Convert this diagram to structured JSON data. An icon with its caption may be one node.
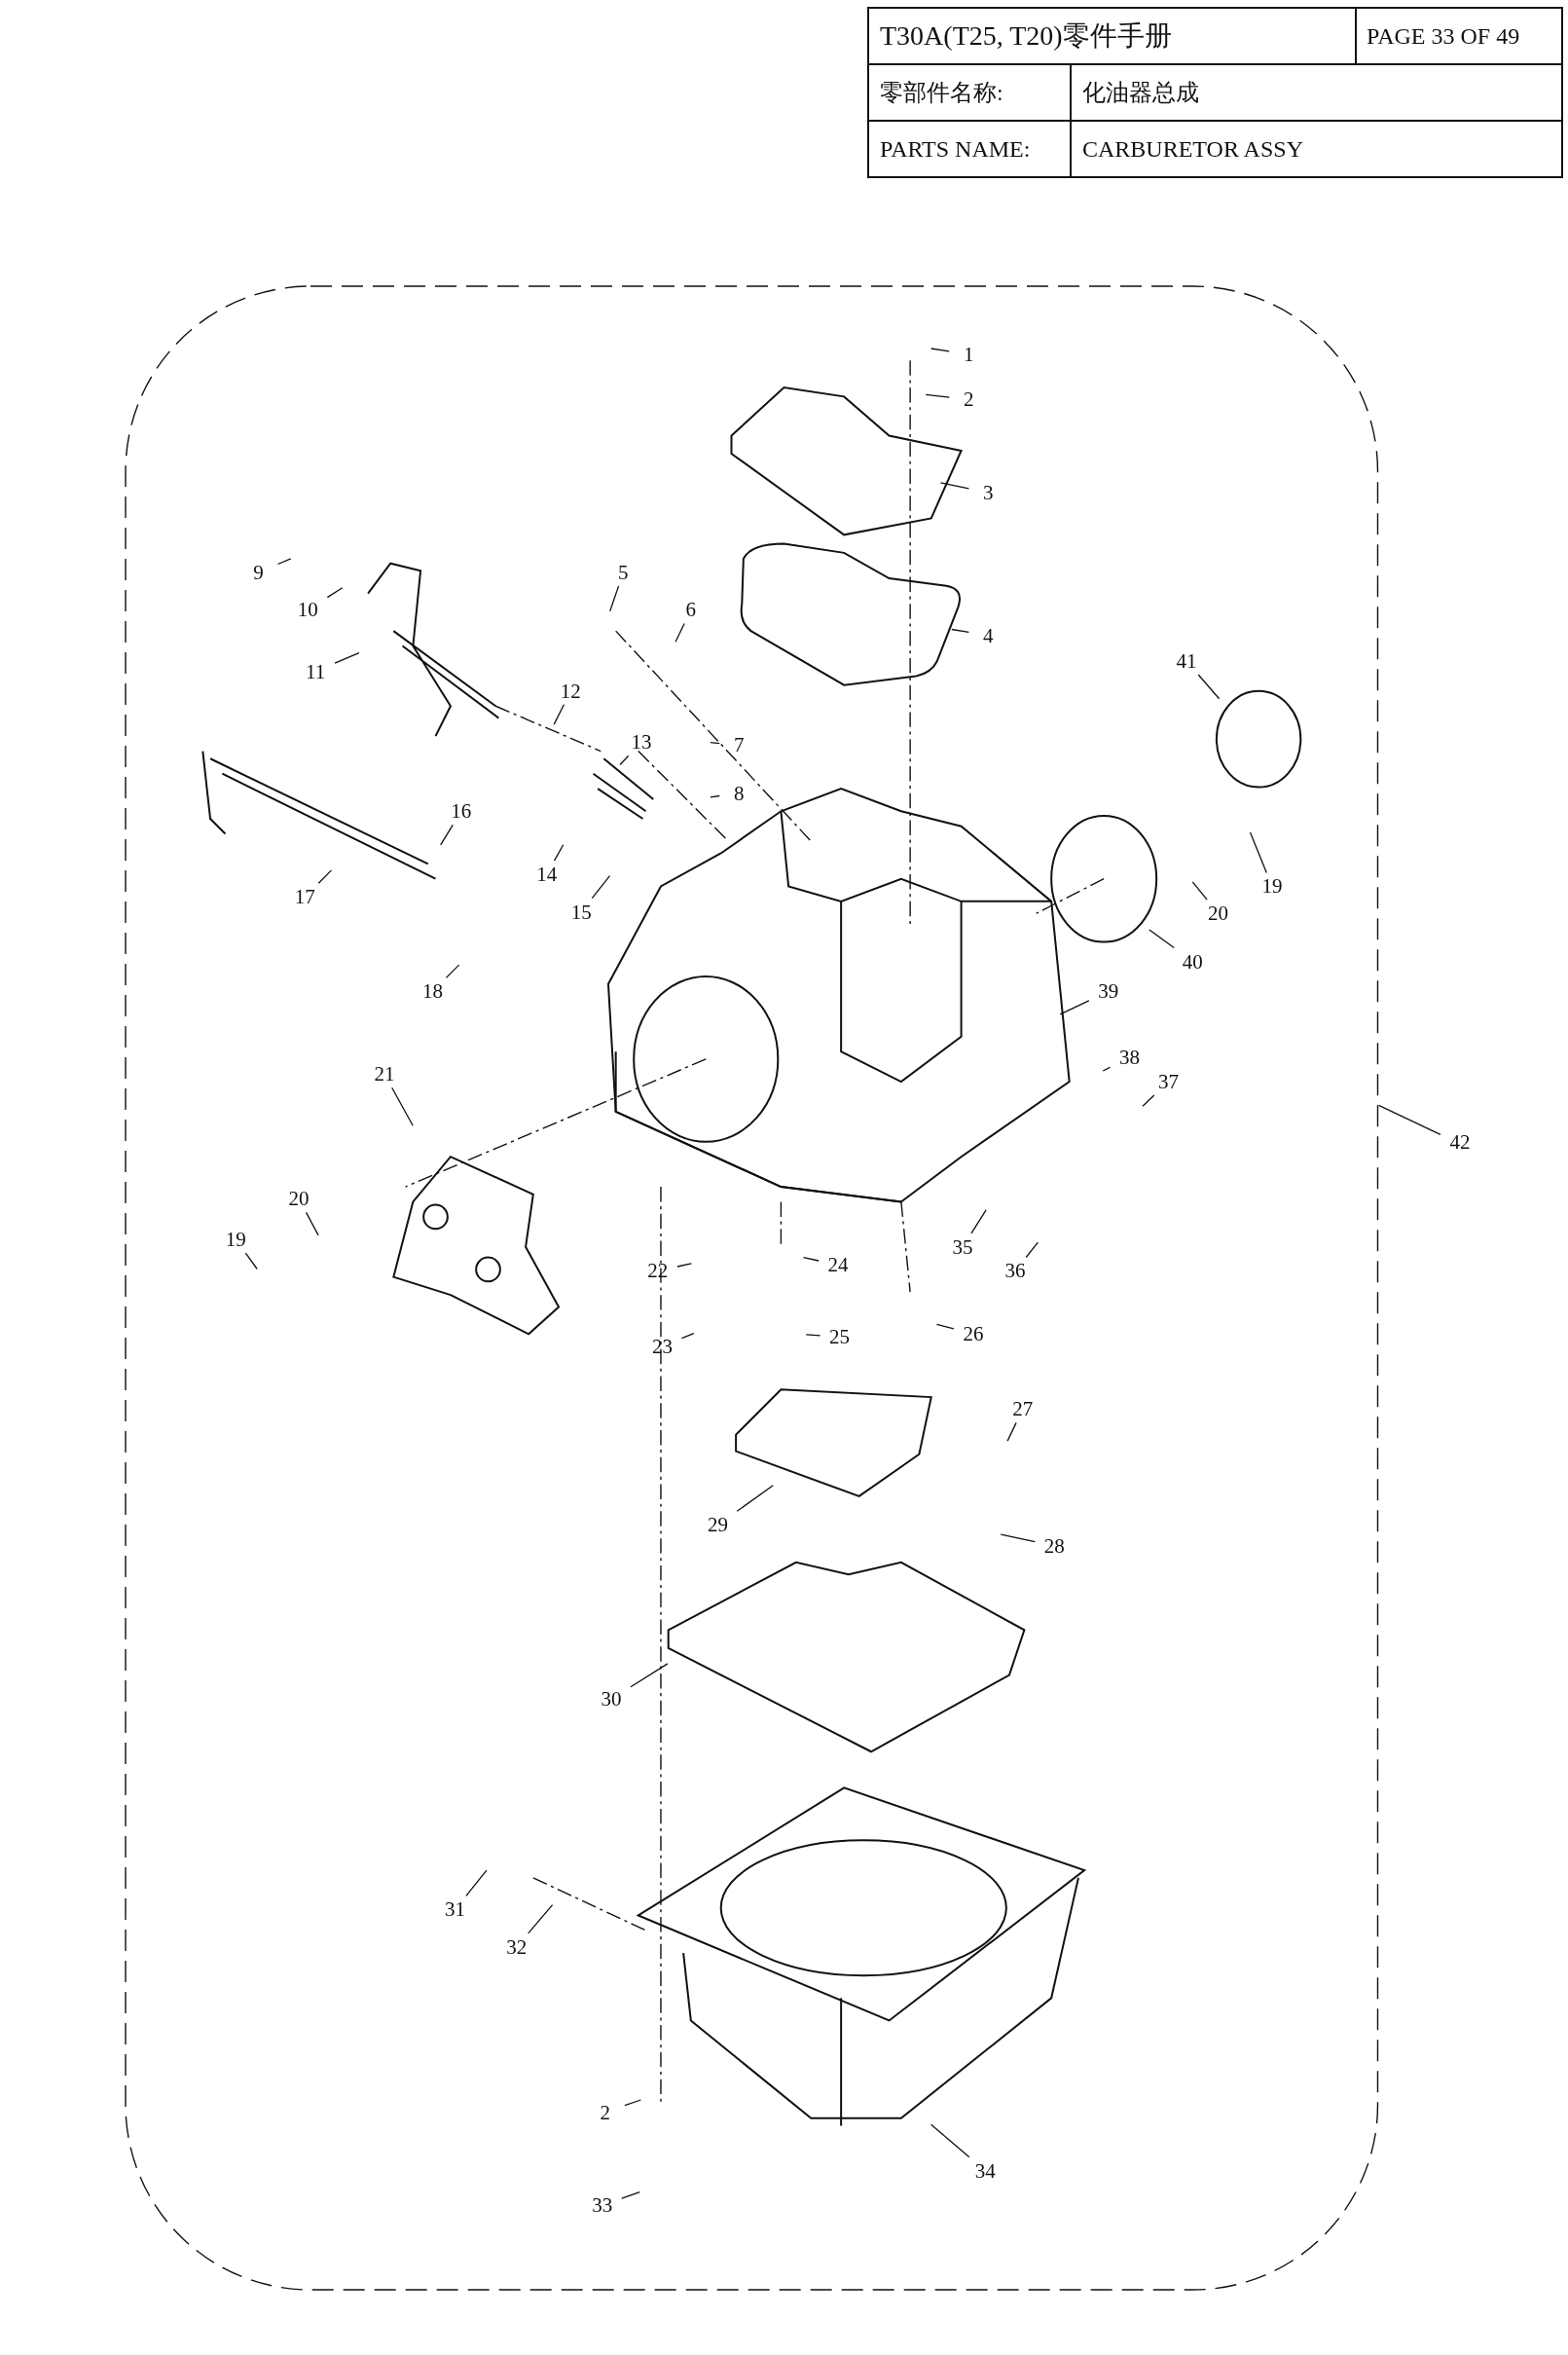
{
  "diagram": {
    "nodes": [
      {
        "text": [],
        "shape": "box"
      },
      {
        "text": [
          "1"
        ],
        "in": 0
      },
      {
        "text": [
          "2"
        ],
        "in": 0
      },
      {
        "text": [
          "3"
        ],
        "in": 0
      },
      {
        "text": [
          "9"
        ],
        "in": 0
      },
      {
        "text": [
          "5"
        ],
        "in": 0
      },
      {
        "text": [
          "10"
        ],
        "in": 0
      },
      {
        "text": [
          "6"
        ],
        "in": 0
      },
      {
        "text": [
          "4"
        ],
        "in": 0
      },
      {
        "text": [
          "41"
        ],
        "in": 0
      },
      {
        "text": [
          "11"
        ],
        "in": 0
      },
      {
        "text": [
          "12"
        ],
        "in": 0
      },
      {
        "text": [
          "13"
        ],
        "in": 0
      },
      {
        "text": [
          "7"
        ],
        "in": 0
      },
      {
        "text": [
          "8"
        ],
        "in": 0
      },
      {
        "text": [
          "16"
        ],
        "in": 0
      },
      {
        "text": [
          "14"
        ],
        "in": 0
      },
      {
        "text": [
          "19"
        ],
        "in": 0
      },
      {
        "text": [
          "17"
        ],
        "in": 0
      },
      {
        "text": [
          "15"
        ],
        "in": 0
      },
      {
        "text": [
          "20"
        ],
        "in": 0
      },
      {
        "text": [
          "40"
        ],
        "in": 0
      },
      {
        "text": [
          "18"
        ],
        "in": 0
      },
      {
        "text": [
          "39"
        ],
        "in": 0
      },
      {
        "text": [
          "38"
        ],
        "in": 0
      },
      {
        "text": [
          "21"
        ],
        "in": 0
      },
      {
        "text": [
          "37"
        ],
        "in": 0
      },
      {
        "text": [
          "42"
        ]
      },
      {
        "text": [
          "20"
        ],
        "in": 0
      },
      {
        "text": [
          "19"
        ],
        "in": 0
      },
      {
        "text": [
          "35"
        ],
        "in": 0
      },
      {
        "text": [
          "24"
        ],
        "in": 0
      },
      {
        "text": [
          "22"
        ],
        "in": 0
      },
      {
        "text": [
          "36"
        ],
        "in": 0
      },
      {
        "text": [
          "26"
        ],
        "in": 0
      },
      {
        "text": [
          "25"
        ],
        "in": 0
      },
      {
        "text": [
          "23"
        ],
        "in": 0
      },
      {
        "text": [
          "27"
        ],
        "in": 0
      },
      {
        "text": [
          "29"
        ],
        "in": 0
      },
      {
        "text": [
          "28"
        ],
        "in": 0
      },
      {
        "text": [
          "30"
        ],
        "in": 0
      },
      {
        "text": [
          "31"
        ],
        "in": 0
      },
      {
        "text": [
          "32"
        ],
        "in": 0
      },
      {
        "text": [
          "2"
        ],
        "in": 0
      },
      {
        "text": [
          "34"
        ],
        "in": 0
      },
      {
        "text": [
          "33"
        ],
        "in": 0
      }
    ],
    "edges": [
      {
        "from": 1,
        "to": null,
        "arrow": "none"
      },
      {
        "from": 2,
        "to": null,
        "arrow": "none"
      },
      {
        "from": 3,
        "to": null,
        "arrow": "none"
      },
      {
        "from": 4,
        "to": null,
        "arrow": "none"
      },
      {
        "from": 5,
        "to": null,
        "arrow": "none"
      },
      {
        "from": 6,
        "to": null,
        "arrow": "none"
      },
      {
        "from": 7,
        "to": null,
        "arrow": "none"
      },
      {
        "from": 8,
        "to": null,
        "arrow": "none"
      },
      {
        "from": 9,
        "to": null,
        "arrow": "none"
      },
      {
        "from": 10,
        "to": null,
        "arrow": "none"
      },
      {
        "from": 11,
        "to": null,
        "arrow": "none"
      },
      {
        "from": 12,
        "to": null,
        "arrow": "none"
      },
      {
        "from": 13,
        "to": null,
        "arrow": "none"
      },
      {
        "from": 14,
        "to": null,
        "arrow": "none"
      },
      {
        "from": 15,
        "to": null,
        "arrow": "none"
      },
      {
        "from": 16,
        "to": null,
        "arrow": "none"
      },
      {
        "from": 17,
        "to": null,
        "arrow": "none"
      },
      {
        "from": 18,
        "to": null,
        "arrow": "none"
      },
      {
        "from": 19,
        "to": null,
        "arrow": "none"
      },
      {
        "from": 20,
        "to": null,
        "arrow": "none"
      },
      {
        "from": 21,
        "to": null,
        "arrow": "none"
      },
      {
        "from": 22,
        "to": null,
        "arrow": "none"
      },
      {
        "from": 23,
        "to": null,
        "arrow": "none"
      },
      {
        "from": 24,
        "to": null,
        "arrow": "none"
      },
      {
        "from": 25,
        "to": null,
        "arrow": "none"
      },
      {
        "from": 26,
        "to": null,
        "arrow": "none"
      },
      {
        "from": 27,
        "to": 0,
        "arrow": "none"
      },
      {
        "from": 28,
        "to": null,
        "arrow": "none"
      },
      {
        "from": 29,
        "to": null,
        "arrow": "none"
      },
      {
        "from": 30,
        "to": null,
        "arrow": "none"
      },
      {
        "from": 31,
        "to": null,
        "arrow": "none"
      },
      {
        "from": 32,
        "to": null,
        "arrow": "none"
      },
      {
        "from": 33,
        "to": null,
        "arrow": "none"
      },
      {
        "from": 34,
        "to": null,
        "arrow": "none"
      },
      {
        "from": 35,
        "to": null,
        "arrow": "none"
      },
      {
        "from": 36,
        "to": null,
        "arrow": "none"
      },
      {
        "from": 37,
        "to": null,
        "arrow": "none"
      },
      {
        "from": 38,
        "to": null,
        "arrow": "none"
      },
      {
        "from": 39,
        "to": null,
        "arrow": "none"
      },
      {
        "from": 40,
        "to": null,
        "arrow": "none"
      },
      {
        "from": 41,
        "to": null,
        "arrow": "none"
      },
      {
        "from": 42,
        "to": null,
        "arrow": "none"
      },
      {
        "from": 43,
        "to": null,
        "arrow": "none"
      },
      {
        "from": 44,
        "to": null,
        "arrow": "none"
      },
      {
        "from": 45,
        "to": null,
        "arrow": "none"
      }
    ],
    "labels": [
      "T30A(T25, T20)零件手册",
      "PAGE 33 OF 49",
      "零部件名称:",
      "化油器总成",
      "PARTS NAME:",
      "CARBURETOR ASSY"
    ]
  }
}
